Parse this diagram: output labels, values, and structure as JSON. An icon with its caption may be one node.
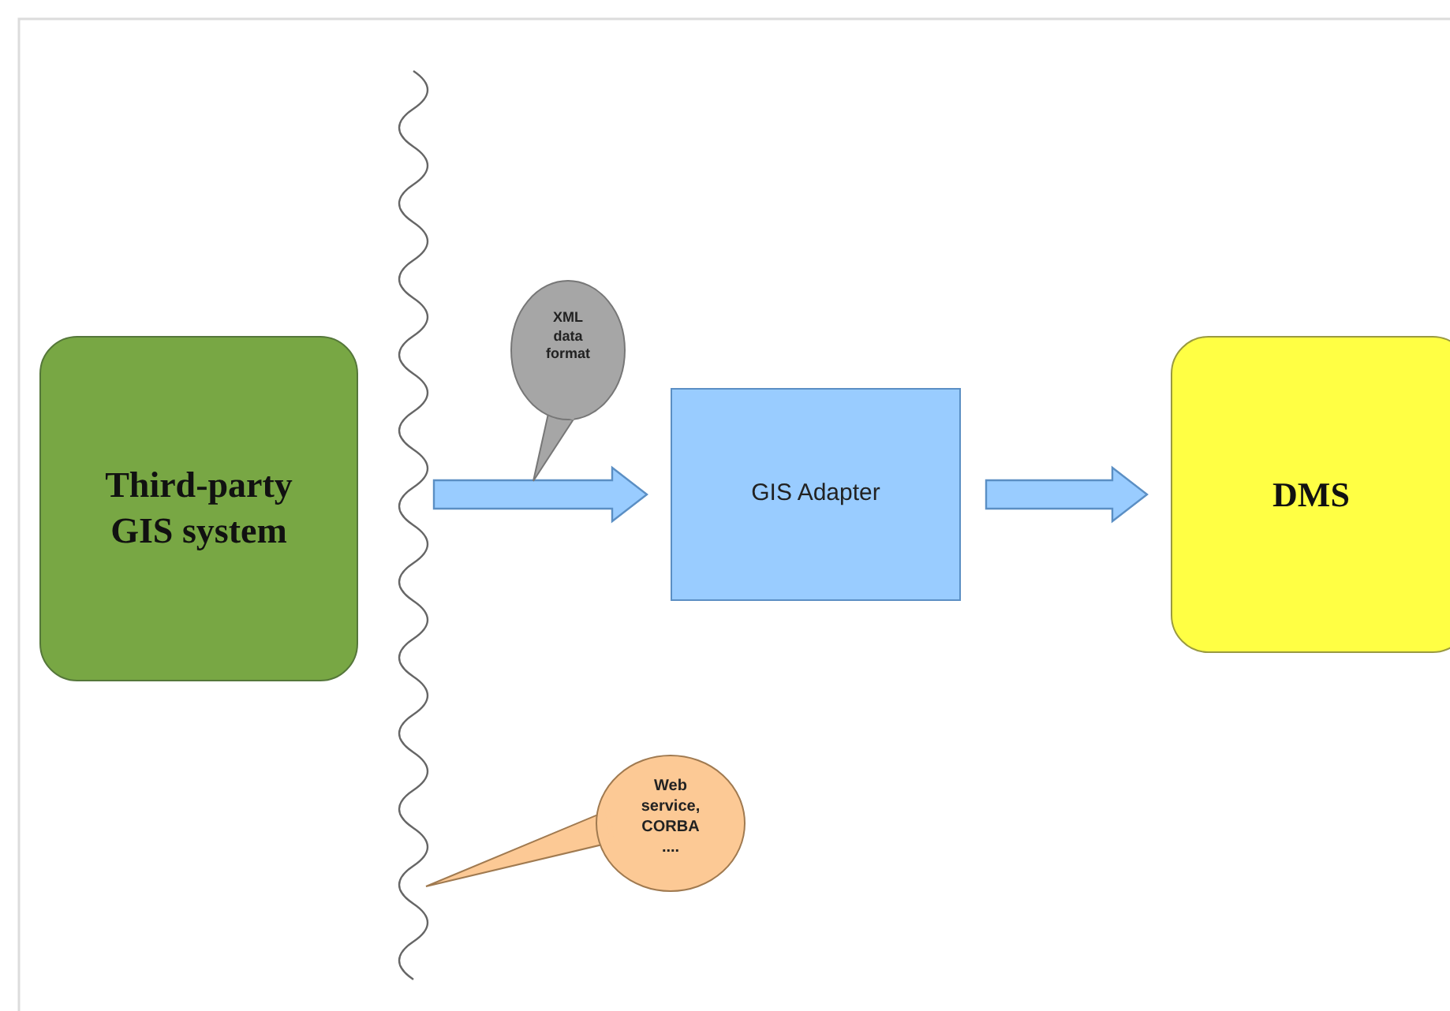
{
  "diagram": {
    "nodes": [
      {
        "text": [
          "Third-party GIS system"
        ]
      },
      {
        "text": [
          "GIS Adapter"
        ]
      },
      {
        "text": [
          "DMS"
        ]
      },
      {
        "text": [
          "XML data format"
        ]
      },
      {
        "text": [
          "Web service, CORBA ...."
        ]
      }
    ],
    "edges": [
      {
        "from": 0,
        "to": 1,
        "arrow": "to"
      },
      {
        "from": 1,
        "to": 2,
        "arrow": "to"
      }
    ]
  }
}
